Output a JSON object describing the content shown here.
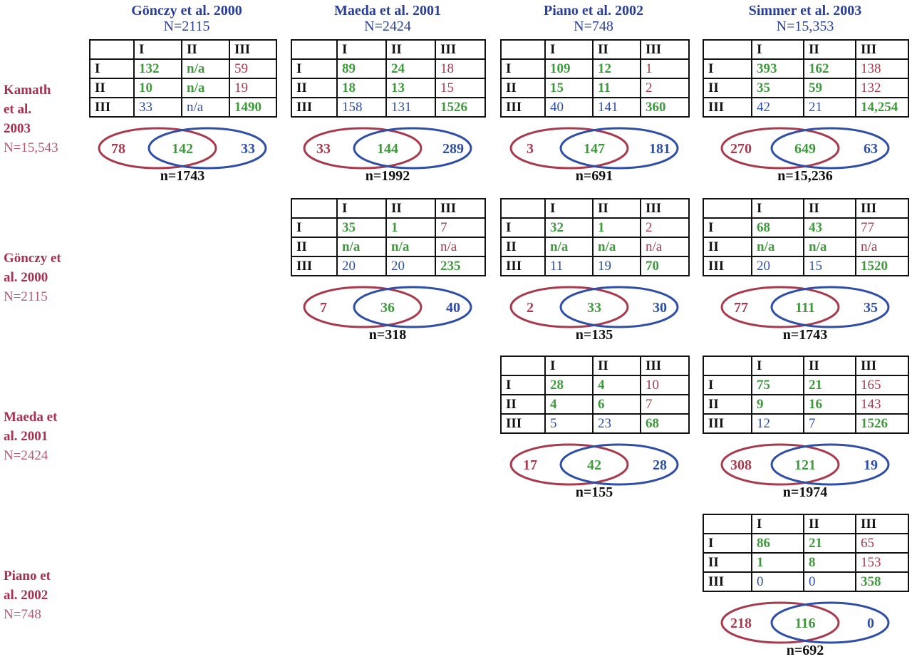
{
  "columns": [
    {
      "name": "Gönczy et al. 2000",
      "n": "N=2115"
    },
    {
      "name": "Maeda et al. 2001",
      "n": "N=2424"
    },
    {
      "name": "Piano et al. 2002",
      "n": "N=748"
    },
    {
      "name": "Simmer et al. 2003",
      "n": "N=15,353"
    }
  ],
  "rows": [
    {
      "lines": [
        "Kamath",
        "et al.",
        "2003"
      ],
      "n": "N=15,543"
    },
    {
      "lines": [
        "Gönczy et",
        "al. 2000"
      ],
      "n": "N=2115"
    },
    {
      "lines": [
        "Maeda et",
        "al. 2001"
      ],
      "n": "N=2424"
    },
    {
      "lines": [
        "Piano et",
        "al. 2002"
      ],
      "n": "N=748"
    }
  ],
  "headers": [
    "I",
    "II",
    "III"
  ],
  "colors": {
    "title_blue": "#2a3f97",
    "row_red": "#a6304f",
    "green": "#3f9a3e",
    "venn_red": "#a83a4e",
    "venn_blue": "#2f4fa6"
  },
  "comparisons": [
    {
      "row": 0,
      "col": 0,
      "cells": [
        [
          "132",
          "n/a",
          "59"
        ],
        [
          "10",
          "n/a",
          "19"
        ],
        [
          "33",
          "n/a",
          "1490"
        ]
      ],
      "venn": {
        "left": "78",
        "center": "142",
        "right": "33"
      },
      "n": "n=1743"
    },
    {
      "row": 0,
      "col": 1,
      "cells": [
        [
          "89",
          "24",
          "18"
        ],
        [
          "18",
          "13",
          "15"
        ],
        [
          "158",
          "131",
          "1526"
        ]
      ],
      "venn": {
        "left": "33",
        "center": "144",
        "right": "289"
      },
      "n": "n=1992"
    },
    {
      "row": 0,
      "col": 2,
      "cells": [
        [
          "109",
          "12",
          "1"
        ],
        [
          "15",
          "11",
          "2"
        ],
        [
          "40",
          "141",
          "360"
        ]
      ],
      "venn": {
        "left": "3",
        "center": "147",
        "right": "181"
      },
      "n": "n=691"
    },
    {
      "row": 0,
      "col": 3,
      "cells": [
        [
          "393",
          "162",
          "138"
        ],
        [
          "35",
          "59",
          "132"
        ],
        [
          "42",
          "21",
          "14,254"
        ]
      ],
      "venn": {
        "left": "270",
        "center": "649",
        "right": "63"
      },
      "n": "n=15,236"
    },
    {
      "row": 1,
      "col": 1,
      "cells": [
        [
          "35",
          "1",
          "7"
        ],
        [
          "n/a",
          "n/a",
          "n/a"
        ],
        [
          "20",
          "20",
          "235"
        ]
      ],
      "venn": {
        "left": "7",
        "center": "36",
        "right": "40"
      },
      "n": "n=318"
    },
    {
      "row": 1,
      "col": 2,
      "cells": [
        [
          "32",
          "1",
          "2"
        ],
        [
          "n/a",
          "n/a",
          "n/a"
        ],
        [
          "11",
          "19",
          "70"
        ]
      ],
      "venn": {
        "left": "2",
        "center": "33",
        "right": "30"
      },
      "n": "n=135"
    },
    {
      "row": 1,
      "col": 3,
      "cells": [
        [
          "68",
          "43",
          "77"
        ],
        [
          "n/a",
          "n/a",
          "n/a"
        ],
        [
          "20",
          "15",
          "1520"
        ]
      ],
      "venn": {
        "left": "77",
        "center": "111",
        "right": "35"
      },
      "n": "n=1743"
    },
    {
      "row": 2,
      "col": 2,
      "cells": [
        [
          "28",
          "4",
          "10"
        ],
        [
          "4",
          "6",
          "7"
        ],
        [
          "5",
          "23",
          "68"
        ]
      ],
      "venn": {
        "left": "17",
        "center": "42",
        "right": "28"
      },
      "n": "n=155"
    },
    {
      "row": 2,
      "col": 3,
      "cells": [
        [
          "75",
          "21",
          "165"
        ],
        [
          "9",
          "16",
          "143"
        ],
        [
          "12",
          "7",
          "1526"
        ]
      ],
      "venn": {
        "left": "308",
        "center": "121",
        "right": "19"
      },
      "n": "n=1974"
    },
    {
      "row": 3,
      "col": 3,
      "cells": [
        [
          "86",
          "21",
          "65"
        ],
        [
          "1",
          "8",
          "153"
        ],
        [
          "0",
          "0",
          "358"
        ]
      ],
      "venn": {
        "left": "218",
        "center": "116",
        "right": "0"
      },
      "n": "n=692"
    }
  ]
}
